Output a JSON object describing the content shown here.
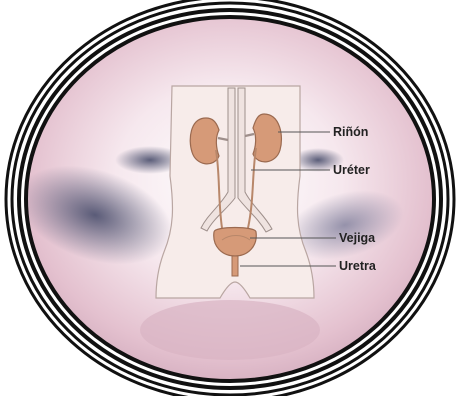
{
  "labels": {
    "kidney": "Riñón",
    "ureter": "Uréter",
    "bladder": "Vejiga",
    "urethra": "Uretra"
  },
  "colors": {
    "frame_rings": "#111111",
    "background_glow": "#e9c9d3",
    "background_shadow": "#5b5a78",
    "torso_fill": "#f7ecea",
    "torso_outline": "#b9a6a2",
    "organ_fill": "#d69a78",
    "organ_outline": "#9b6a50",
    "vessel_fill": "#efe3e0",
    "vessel_outline": "#9e8f8b",
    "leader_line": "#555555",
    "label_text": "#222222"
  }
}
